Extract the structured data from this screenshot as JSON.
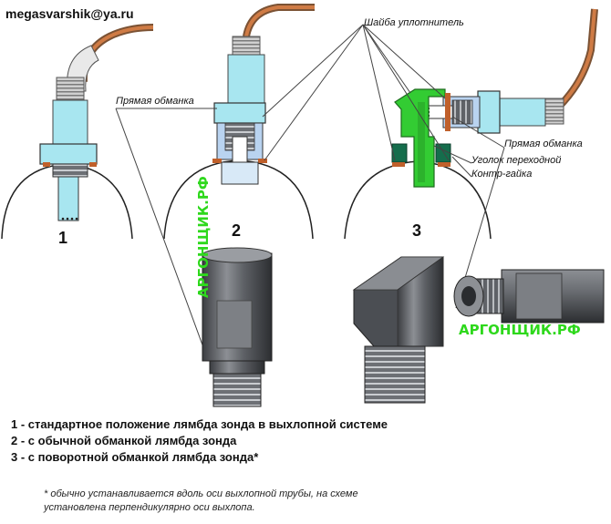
{
  "header": {
    "email": "megasvarshik@ya.ru"
  },
  "figures": [
    {
      "number": "1"
    },
    {
      "number": "2"
    },
    {
      "number": "3"
    }
  ],
  "callouts": {
    "washer": "Шайба уплотнитель",
    "straight_spacer_left": "Прямая обманка",
    "straight_spacer_right": "Прямая обманка",
    "adapter_elbow": "Уголок переходной",
    "lock_nut": "Контр-гайка"
  },
  "watermarks": {
    "vertical": "АРГОНЩИК.РФ",
    "horizontal": "АРГОНЩИК.РФ"
  },
  "legend": [
    "1 - стандартное положение лямбда зонда в выхлопной системе",
    "2 - с обычной обманкой лямбда зонда",
    "3 - с поворотной обманкой лямбда зонда*"
  ],
  "footnote": [
    "* обычно устанавливается вдоль оси выхлопной трубы, на схеме",
    "установлена перпендикулярно оси выхлопа."
  ],
  "colors": {
    "sensor_body": "#a8e6f0",
    "spacer_blue": "#b9d3f0",
    "elbow_green": "#33cc33",
    "wire_copper": "#c8703a",
    "washer": "#c0602b",
    "watermark": "#2ed81c"
  }
}
